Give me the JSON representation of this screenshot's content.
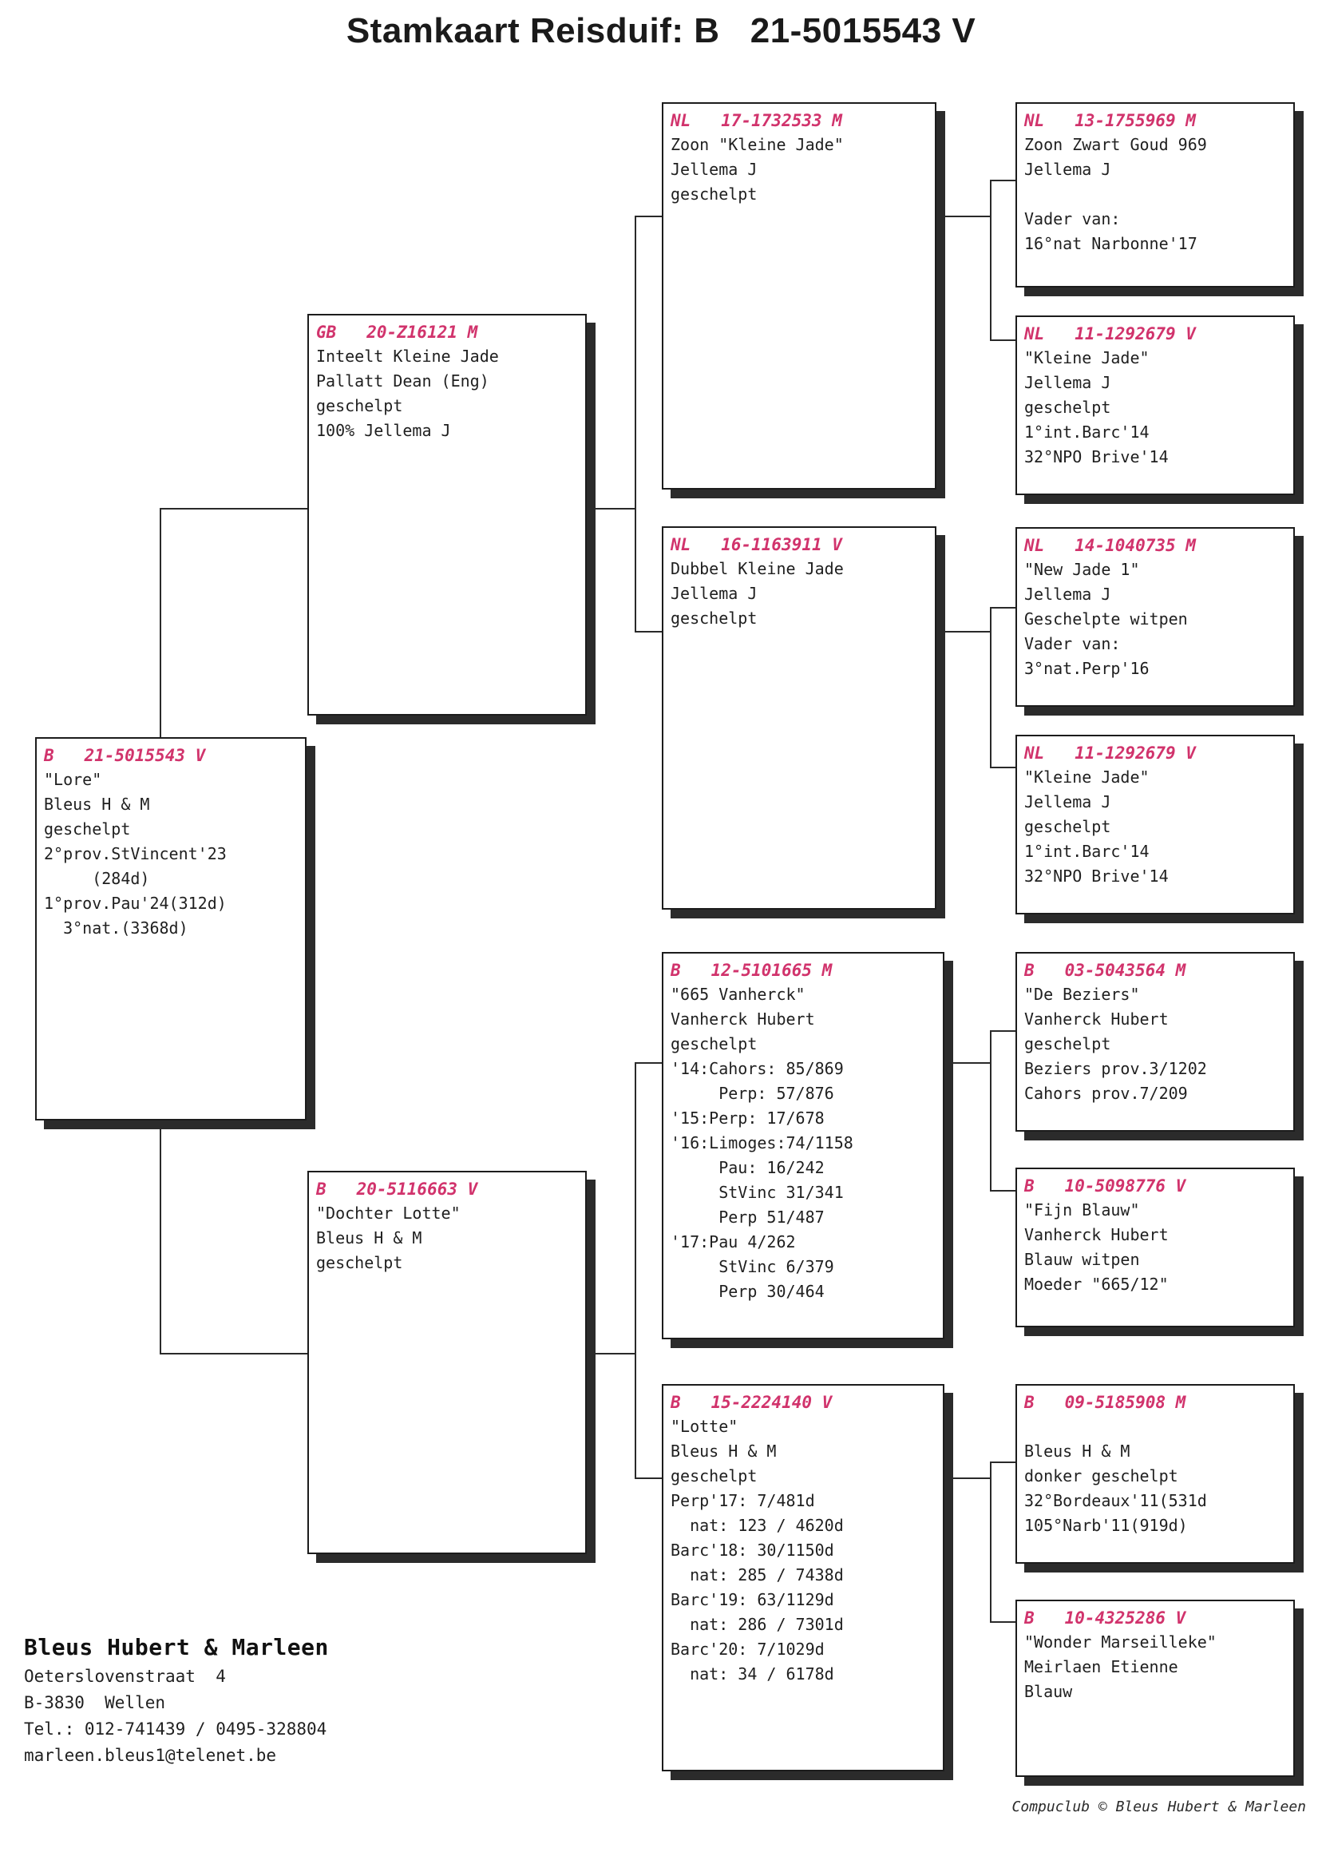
{
  "document": {
    "title": "Stamkaart Reisduif: B   21-5015543 V",
    "copyright": "Compuclub © Bleus Hubert & Marleen"
  },
  "footer": {
    "name": "Bleus Hubert & Marleen",
    "lines": [
      "Oeterslovenstraat  4",
      "B-3830  Wellen",
      "Tel.: 012-741439 / 0495-328804",
      "marleen.bleus1@telenet.be"
    ]
  },
  "colors": {
    "header_text": "#d1336c",
    "body_text": "#1f1f1f",
    "box_border": "#1c1c1c",
    "shadow": "#2b2b2b",
    "page_background": "#ffffff"
  },
  "pedigree": {
    "subject": {
      "ring": "B   21-5015543 V",
      "country": "B",
      "number": "21-5015543",
      "sex": "V",
      "lines": [
        "\"Lore\"",
        "Bleus H & M",
        "geschelpt",
        "2°prov.StVincent'23",
        "     (284d)",
        "1°prov.Pau'24(312d)",
        "  3°nat.(3368d)"
      ]
    },
    "generation2": [
      {
        "ring": "GB   20-Z16121 M",
        "country": "GB",
        "number": "20-Z16121",
        "sex": "M",
        "lines": [
          "Inteelt Kleine Jade",
          "Pallatt Dean (Eng)",
          "geschelpt",
          "100% Jellema J"
        ]
      },
      {
        "ring": "B   20-5116663 V",
        "country": "B",
        "number": "20-5116663",
        "sex": "V",
        "lines": [
          "\"Dochter Lotte\"",
          "Bleus H & M",
          "geschelpt"
        ]
      }
    ],
    "generation3": [
      {
        "ring": "NL   17-1732533 M",
        "country": "NL",
        "number": "17-1732533",
        "sex": "M",
        "lines": [
          "Zoon \"Kleine Jade\"",
          "Jellema J",
          "geschelpt"
        ]
      },
      {
        "ring": "NL   16-1163911 V",
        "country": "NL",
        "number": "16-1163911",
        "sex": "V",
        "lines": [
          "Dubbel Kleine Jade",
          "Jellema J",
          "geschelpt"
        ]
      },
      {
        "ring": "B   12-5101665 M",
        "country": "B",
        "number": "12-5101665",
        "sex": "M",
        "lines": [
          "\"665 Vanherck\"",
          "Vanherck Hubert",
          "geschelpt",
          "'14:Cahors: 85/869",
          "     Perp: 57/876",
          "'15:Perp: 17/678",
          "'16:Limoges:74/1158",
          "     Pau: 16/242",
          "     StVinc 31/341",
          "     Perp 51/487",
          "'17:Pau 4/262",
          "     StVinc 6/379",
          "     Perp 30/464"
        ]
      },
      {
        "ring": "B   15-2224140 V",
        "country": "B",
        "number": "15-2224140",
        "sex": "V",
        "lines": [
          "\"Lotte\"",
          "Bleus H & M",
          "geschelpt",
          "Perp'17: 7/481d",
          "  nat: 123 / 4620d",
          "Barc'18: 30/1150d",
          "  nat: 285 / 7438d",
          "Barc'19: 63/1129d",
          "  nat: 286 / 7301d",
          "Barc'20: 7/1029d",
          "  nat: 34 / 6178d"
        ]
      }
    ],
    "generation4": [
      {
        "ring": "NL   13-1755969 M",
        "country": "NL",
        "number": "13-1755969",
        "sex": "M",
        "lines": [
          "Zoon Zwart Goud 969",
          "Jellema J",
          "",
          "Vader van:",
          "16°nat Narbonne'17"
        ]
      },
      {
        "ring": "NL   11-1292679 V",
        "country": "NL",
        "number": "11-1292679",
        "sex": "V",
        "lines": [
          "\"Kleine Jade\"",
          "Jellema J",
          "geschelpt",
          "1°int.Barc'14",
          "32°NPO Brive'14"
        ]
      },
      {
        "ring": "NL   14-1040735 M",
        "country": "NL",
        "number": "14-1040735",
        "sex": "M",
        "lines": [
          "\"New Jade 1\"",
          "Jellema J",
          "Geschelpte witpen",
          "Vader van:",
          "3°nat.Perp'16"
        ]
      },
      {
        "ring": "NL   11-1292679 V",
        "country": "NL",
        "number": "11-1292679",
        "sex": "V",
        "lines": [
          "\"Kleine Jade\"",
          "Jellema J",
          "geschelpt",
          "1°int.Barc'14",
          "32°NPO Brive'14"
        ]
      },
      {
        "ring": "B   03-5043564 M",
        "country": "B",
        "number": "03-5043564",
        "sex": "M",
        "lines": [
          "\"De Beziers\"",
          "Vanherck Hubert",
          "geschelpt",
          "Beziers prov.3/1202",
          "Cahors prov.7/209"
        ]
      },
      {
        "ring": "B   10-5098776 V",
        "country": "B",
        "number": "10-5098776",
        "sex": "V",
        "lines": [
          "\"Fijn Blauw\"",
          "Vanherck Hubert",
          "Blauw witpen",
          "Moeder \"665/12\""
        ]
      },
      {
        "ring": "B   09-5185908 M",
        "country": "B",
        "number": "09-5185908",
        "sex": "M",
        "lines": [
          "",
          "Bleus H & M",
          "donker geschelpt",
          "32°Bordeaux'11(531d",
          "105°Narb'11(919d)"
        ]
      },
      {
        "ring": "B   10-4325286 V",
        "country": "B",
        "number": "10-4325286",
        "sex": "V",
        "lines": [
          "\"Wonder Marseilleke\"",
          "Meirlaen Etienne",
          "Blauw"
        ]
      }
    ]
  }
}
